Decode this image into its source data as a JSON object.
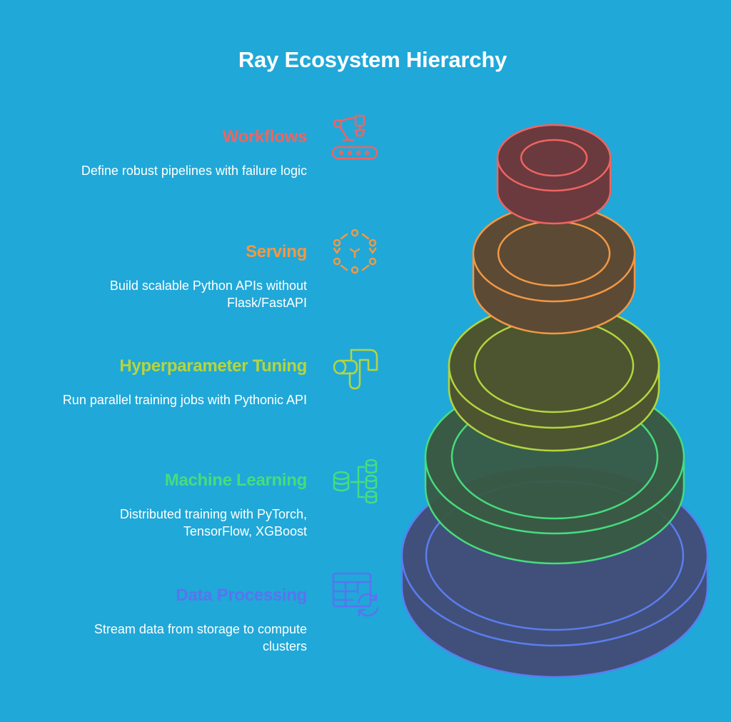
{
  "title": "Ray Ecosystem Hierarchy",
  "layers": [
    {
      "heading": "Workflows",
      "description": "Define robust pipelines with failure logic",
      "color": "#ef6461",
      "icon": "robot-arm-conveyor-icon"
    },
    {
      "heading": "Serving",
      "description": "Build scalable Python APIs without Flask/FastAPI",
      "color": "#f29844",
      "icon": "network-hub-icon"
    },
    {
      "heading": "Hyperparameter Tuning",
      "description": "Run parallel training jobs with Pythonic API",
      "color": "#b5d53e",
      "icon": "pipe-icon"
    },
    {
      "heading": "Machine Learning",
      "description": "Distributed training with PyTorch, TensorFlow, XGBoost",
      "color": "#46dc7e",
      "icon": "database-tree-icon"
    },
    {
      "heading": "Data Processing",
      "description": "Stream data from storage to compute clusters",
      "color": "#5b73f0",
      "icon": "table-sync-icon"
    }
  ]
}
